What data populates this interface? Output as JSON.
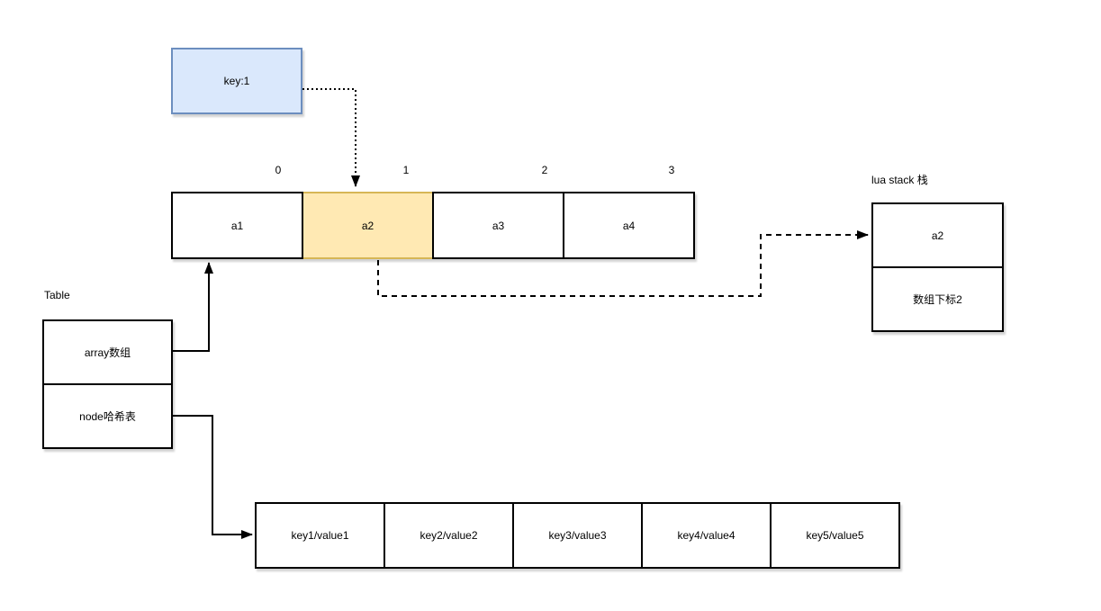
{
  "key_box": {
    "label": "key:1"
  },
  "array": {
    "indices": [
      "0",
      "1",
      "2",
      "3"
    ],
    "cells": [
      {
        "label": "a1"
      },
      {
        "label": "a2"
      },
      {
        "label": "a3"
      },
      {
        "label": "a4"
      }
    ]
  },
  "lua_stack": {
    "title": "lua stack 栈",
    "cells": [
      {
        "label": "a2"
      },
      {
        "label": "数组下标2"
      }
    ]
  },
  "table": {
    "title": "Table",
    "cells": [
      {
        "label": "array数组"
      },
      {
        "label": "node哈希表"
      }
    ]
  },
  "hash_row": {
    "cells": [
      {
        "label": "key1/value1"
      },
      {
        "label": "key2/value2"
      },
      {
        "label": "key3/value3"
      },
      {
        "label": "key4/value4"
      },
      {
        "label": "key5/value5"
      }
    ]
  },
  "colors": {
    "key_fill": "#dae8fc",
    "key_border": "#6c8ebf",
    "highlight_fill": "#ffe9b3",
    "highlight_border": "#d6b656",
    "line": "#000000"
  }
}
